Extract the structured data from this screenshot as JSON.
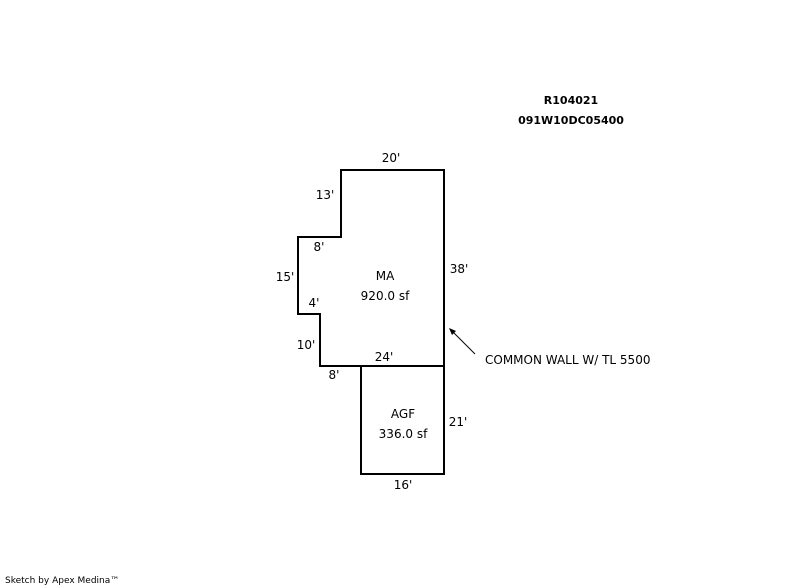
{
  "header": {
    "account": "R104021",
    "map_number": "091W10DC05400"
  },
  "areas": [
    {
      "code": "MA",
      "area": "920.0 sf"
    },
    {
      "code": "AGF",
      "area": "336.0 sf"
    }
  ],
  "dimensions": {
    "ma_top": "20'",
    "ma_left_upper": "13'",
    "ma_step_upper": "8'",
    "ma_left_mid": "15'",
    "ma_step_lower": "4'",
    "ma_left_lower": "10'",
    "ma_right": "38'",
    "ma_bottom": "24'",
    "agf_offset": "8'",
    "agf_right": "21'",
    "agf_bottom": "16'"
  },
  "annotation": "COMMON WALL W/ TL 5500",
  "footer": "Sketch by Apex Medina™"
}
